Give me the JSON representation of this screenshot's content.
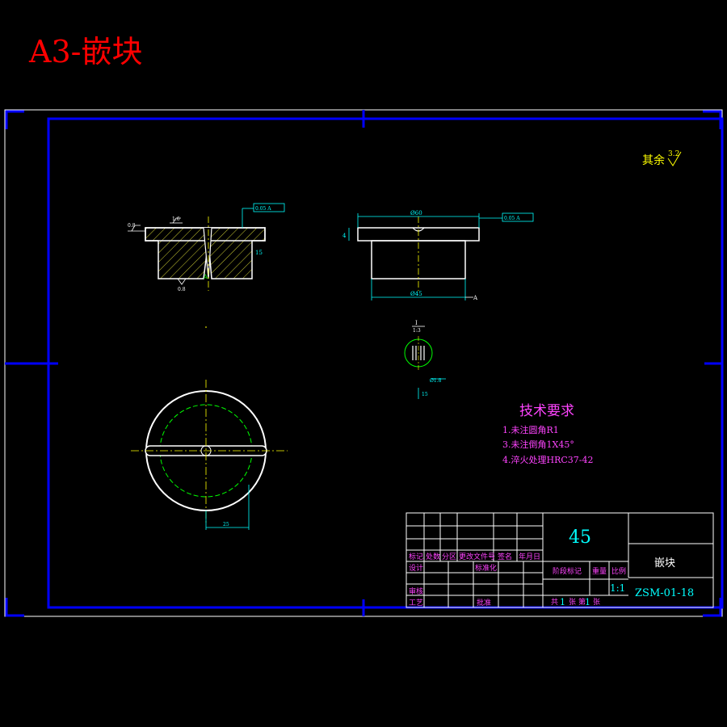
{
  "sheet_title": "A3-嵌块",
  "surface_note": {
    "label": "其余",
    "value": "3.2"
  },
  "section_view": {
    "roughness": [
      "0.8",
      "1.6",
      "0.8"
    ],
    "tolerance_frame": "0.05 A",
    "datum": "A",
    "thickness": "15"
  },
  "side_view": {
    "top_diameter": "Ø60",
    "bottom_diameter": "Ø45",
    "left_height": "4",
    "right_frame": "0.05 A",
    "datum": "A"
  },
  "detail_view": {
    "label": "I",
    "scale": "1:3",
    "slot_width": "Ø1.8",
    "depth": "15"
  },
  "top_view": {
    "dimension": "25"
  },
  "tech_requirements": {
    "title": "技术要求",
    "items": [
      "1.未注圆角R1",
      "3.未注倒角1X45°",
      "4.淬火处理HRC37-42"
    ]
  },
  "title_block": {
    "material": "45",
    "part_name": "嵌块",
    "drawing_no": "ZSM-01-18",
    "scale": "1:1",
    "labels": {
      "mark": "标记",
      "count": "处数",
      "zone": "分区",
      "change_doc": "更改文件号",
      "sign": "签名",
      "date": "年月日",
      "design": "设计",
      "standardize": "标准化",
      "review": "审核",
      "process": "工艺",
      "approve": "批准",
      "stage_mark": "阶段标记",
      "weight": "重量",
      "ratio": "比例",
      "total": "共",
      "sheets": "张",
      "sheet_no": "第",
      "sheet": "张",
      "sheet_count": "1",
      "sheet_index": "1"
    }
  },
  "colors": {
    "background": "#000000",
    "frame": "#0000ff",
    "outline": "#ffffff",
    "title_red": "#ff0000",
    "magenta": "#ff44ff",
    "cyan": "#00ffff",
    "yellow": "#ffff00",
    "green": "#00ff00",
    "hatch": "#cccc33"
  }
}
